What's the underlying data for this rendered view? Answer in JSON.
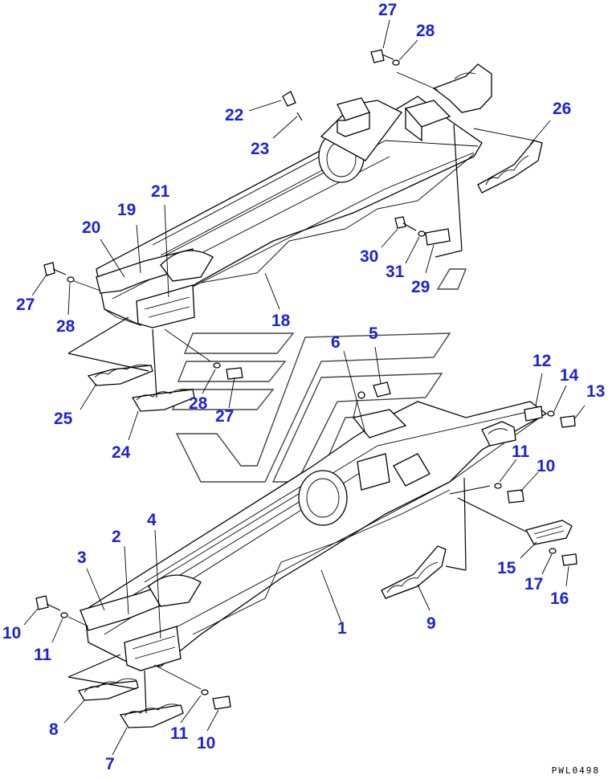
{
  "diagram": {
    "drawing_code": "PWL0498",
    "callouts": [
      {
        "id": "c-27-top",
        "label": "27"
      },
      {
        "id": "c-28-top",
        "label": "28"
      },
      {
        "id": "c-22",
        "label": "22"
      },
      {
        "id": "c-23",
        "label": "23"
      },
      {
        "id": "c-26",
        "label": "26"
      },
      {
        "id": "c-21",
        "label": "21"
      },
      {
        "id": "c-19",
        "label": "19"
      },
      {
        "id": "c-20",
        "label": "20"
      },
      {
        "id": "c-30",
        "label": "30"
      },
      {
        "id": "c-31",
        "label": "31"
      },
      {
        "id": "c-29",
        "label": "29"
      },
      {
        "id": "c-27-left",
        "label": "27"
      },
      {
        "id": "c-28-left",
        "label": "28"
      },
      {
        "id": "c-18",
        "label": "18"
      },
      {
        "id": "c-5",
        "label": "5"
      },
      {
        "id": "c-6",
        "label": "6"
      },
      {
        "id": "c-12",
        "label": "12"
      },
      {
        "id": "c-14",
        "label": "14"
      },
      {
        "id": "c-13",
        "label": "13"
      },
      {
        "id": "c-28-mid",
        "label": "28"
      },
      {
        "id": "c-27-mid",
        "label": "27"
      },
      {
        "id": "c-25",
        "label": "25"
      },
      {
        "id": "c-24",
        "label": "24"
      },
      {
        "id": "c-11-right",
        "label": "11"
      },
      {
        "id": "c-10-right",
        "label": "10"
      },
      {
        "id": "c-4",
        "label": "4"
      },
      {
        "id": "c-2",
        "label": "2"
      },
      {
        "id": "c-3",
        "label": "3"
      },
      {
        "id": "c-15",
        "label": "15"
      },
      {
        "id": "c-17",
        "label": "17"
      },
      {
        "id": "c-16",
        "label": "16"
      },
      {
        "id": "c-1",
        "label": "1"
      },
      {
        "id": "c-9",
        "label": "9"
      },
      {
        "id": "c-10-left",
        "label": "10"
      },
      {
        "id": "c-11-left",
        "label": "11"
      },
      {
        "id": "c-8",
        "label": "8"
      },
      {
        "id": "c-11-bottom",
        "label": "11"
      },
      {
        "id": "c-10-bottom",
        "label": "10"
      },
      {
        "id": "c-7",
        "label": "7"
      }
    ]
  }
}
